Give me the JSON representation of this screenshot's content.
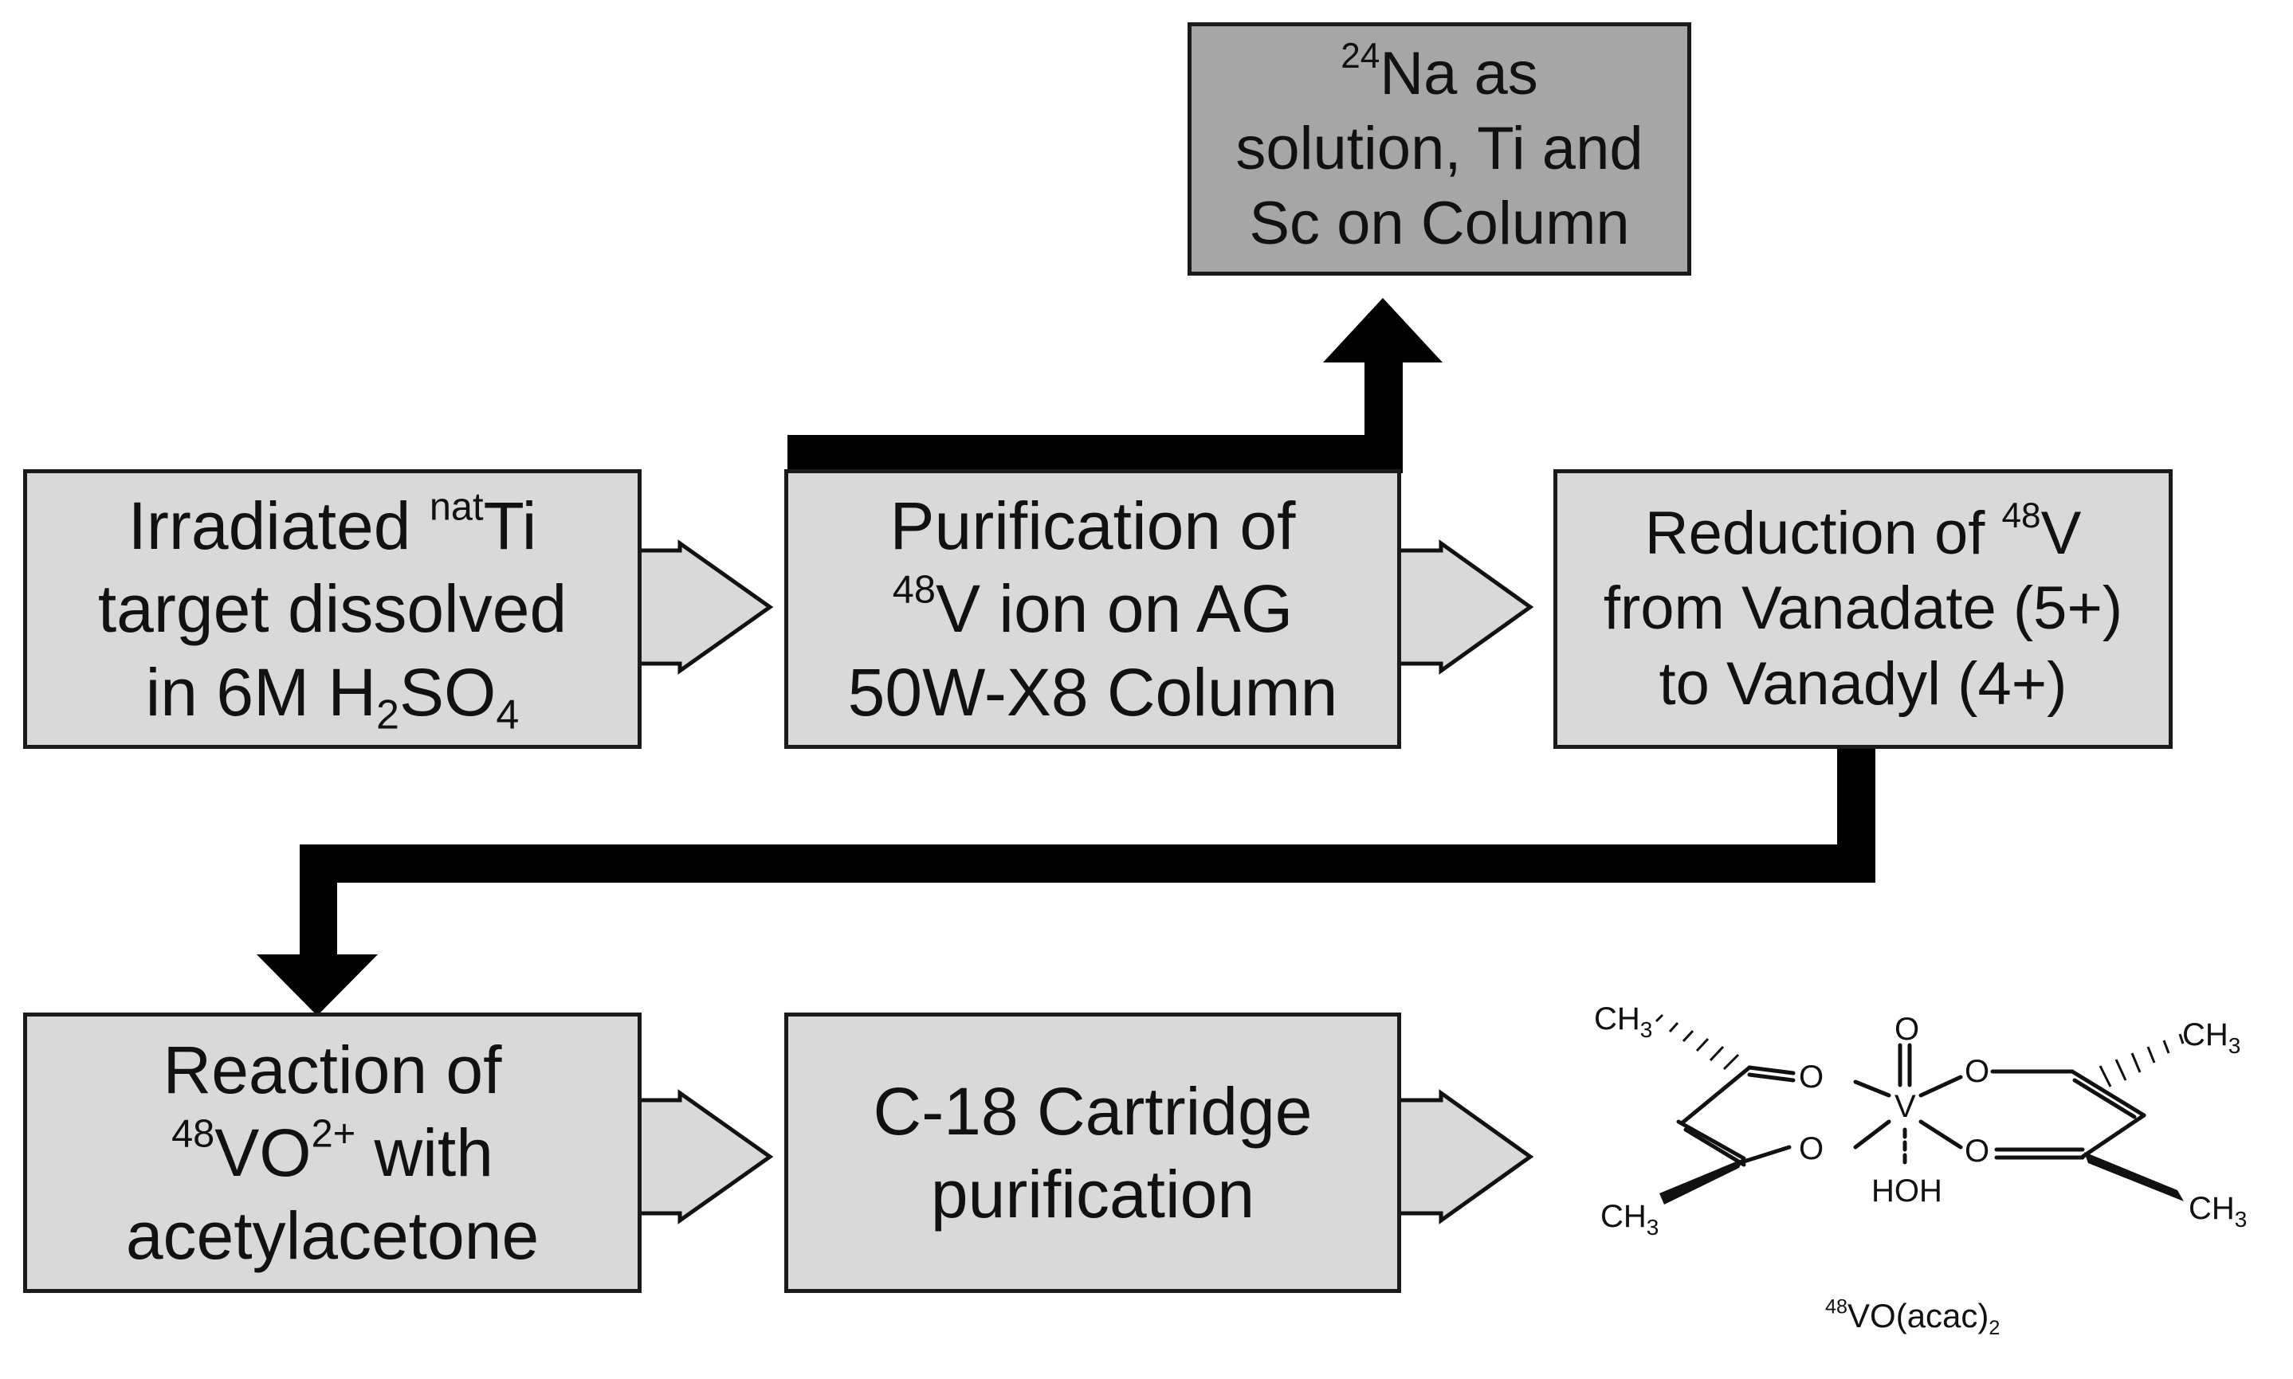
{
  "boxes": {
    "sodium": {
      "line1_sup": "24",
      "line1_text": "Na as",
      "line2": "solution, Ti and",
      "line3": "Sc on Column"
    },
    "irradiated": {
      "line1_text": "Irradiated ",
      "line1_sup": "nat",
      "line1_tail": "Ti",
      "line2": "target dissolved",
      "line3_pre": "in 6M H",
      "line3_sub1": "2",
      "line3_mid": "SO",
      "line3_sub2": "4"
    },
    "purification": {
      "line1": "Purification of",
      "line2_sup": "48",
      "line2_text": "V ion on AG",
      "line3": "50W-X8 Column"
    },
    "reduction": {
      "line1_text": "Reduction of ",
      "line1_sup": "48",
      "line1_tail": "V",
      "line2": "from Vanadate (5+)",
      "line3": "to Vanadyl (4+)"
    },
    "reaction": {
      "line1": "Reaction of",
      "line2_sup1": "48",
      "line2_mid": "VO",
      "line2_sup2": "2+",
      "line2_tail": " with",
      "line3": "acetylacetone"
    },
    "cartridge": {
      "line1": "C-18 Cartridge",
      "line2": "purification"
    }
  },
  "structure": {
    "labels": {
      "ch3": "CH",
      "ch3_sub": "3",
      "o": "O",
      "v": "V",
      "hoh": "HOH"
    },
    "caption": {
      "sup": "48",
      "text": "VO(acac)",
      "sub": "2"
    }
  },
  "colors": {
    "box_fill": "#d9d9d9",
    "box_dark_fill": "#a6a6a6",
    "arrow_fill": "#000000",
    "hollow_arrow_fill": "#d9d9d9",
    "border": "#1a1a1a"
  }
}
